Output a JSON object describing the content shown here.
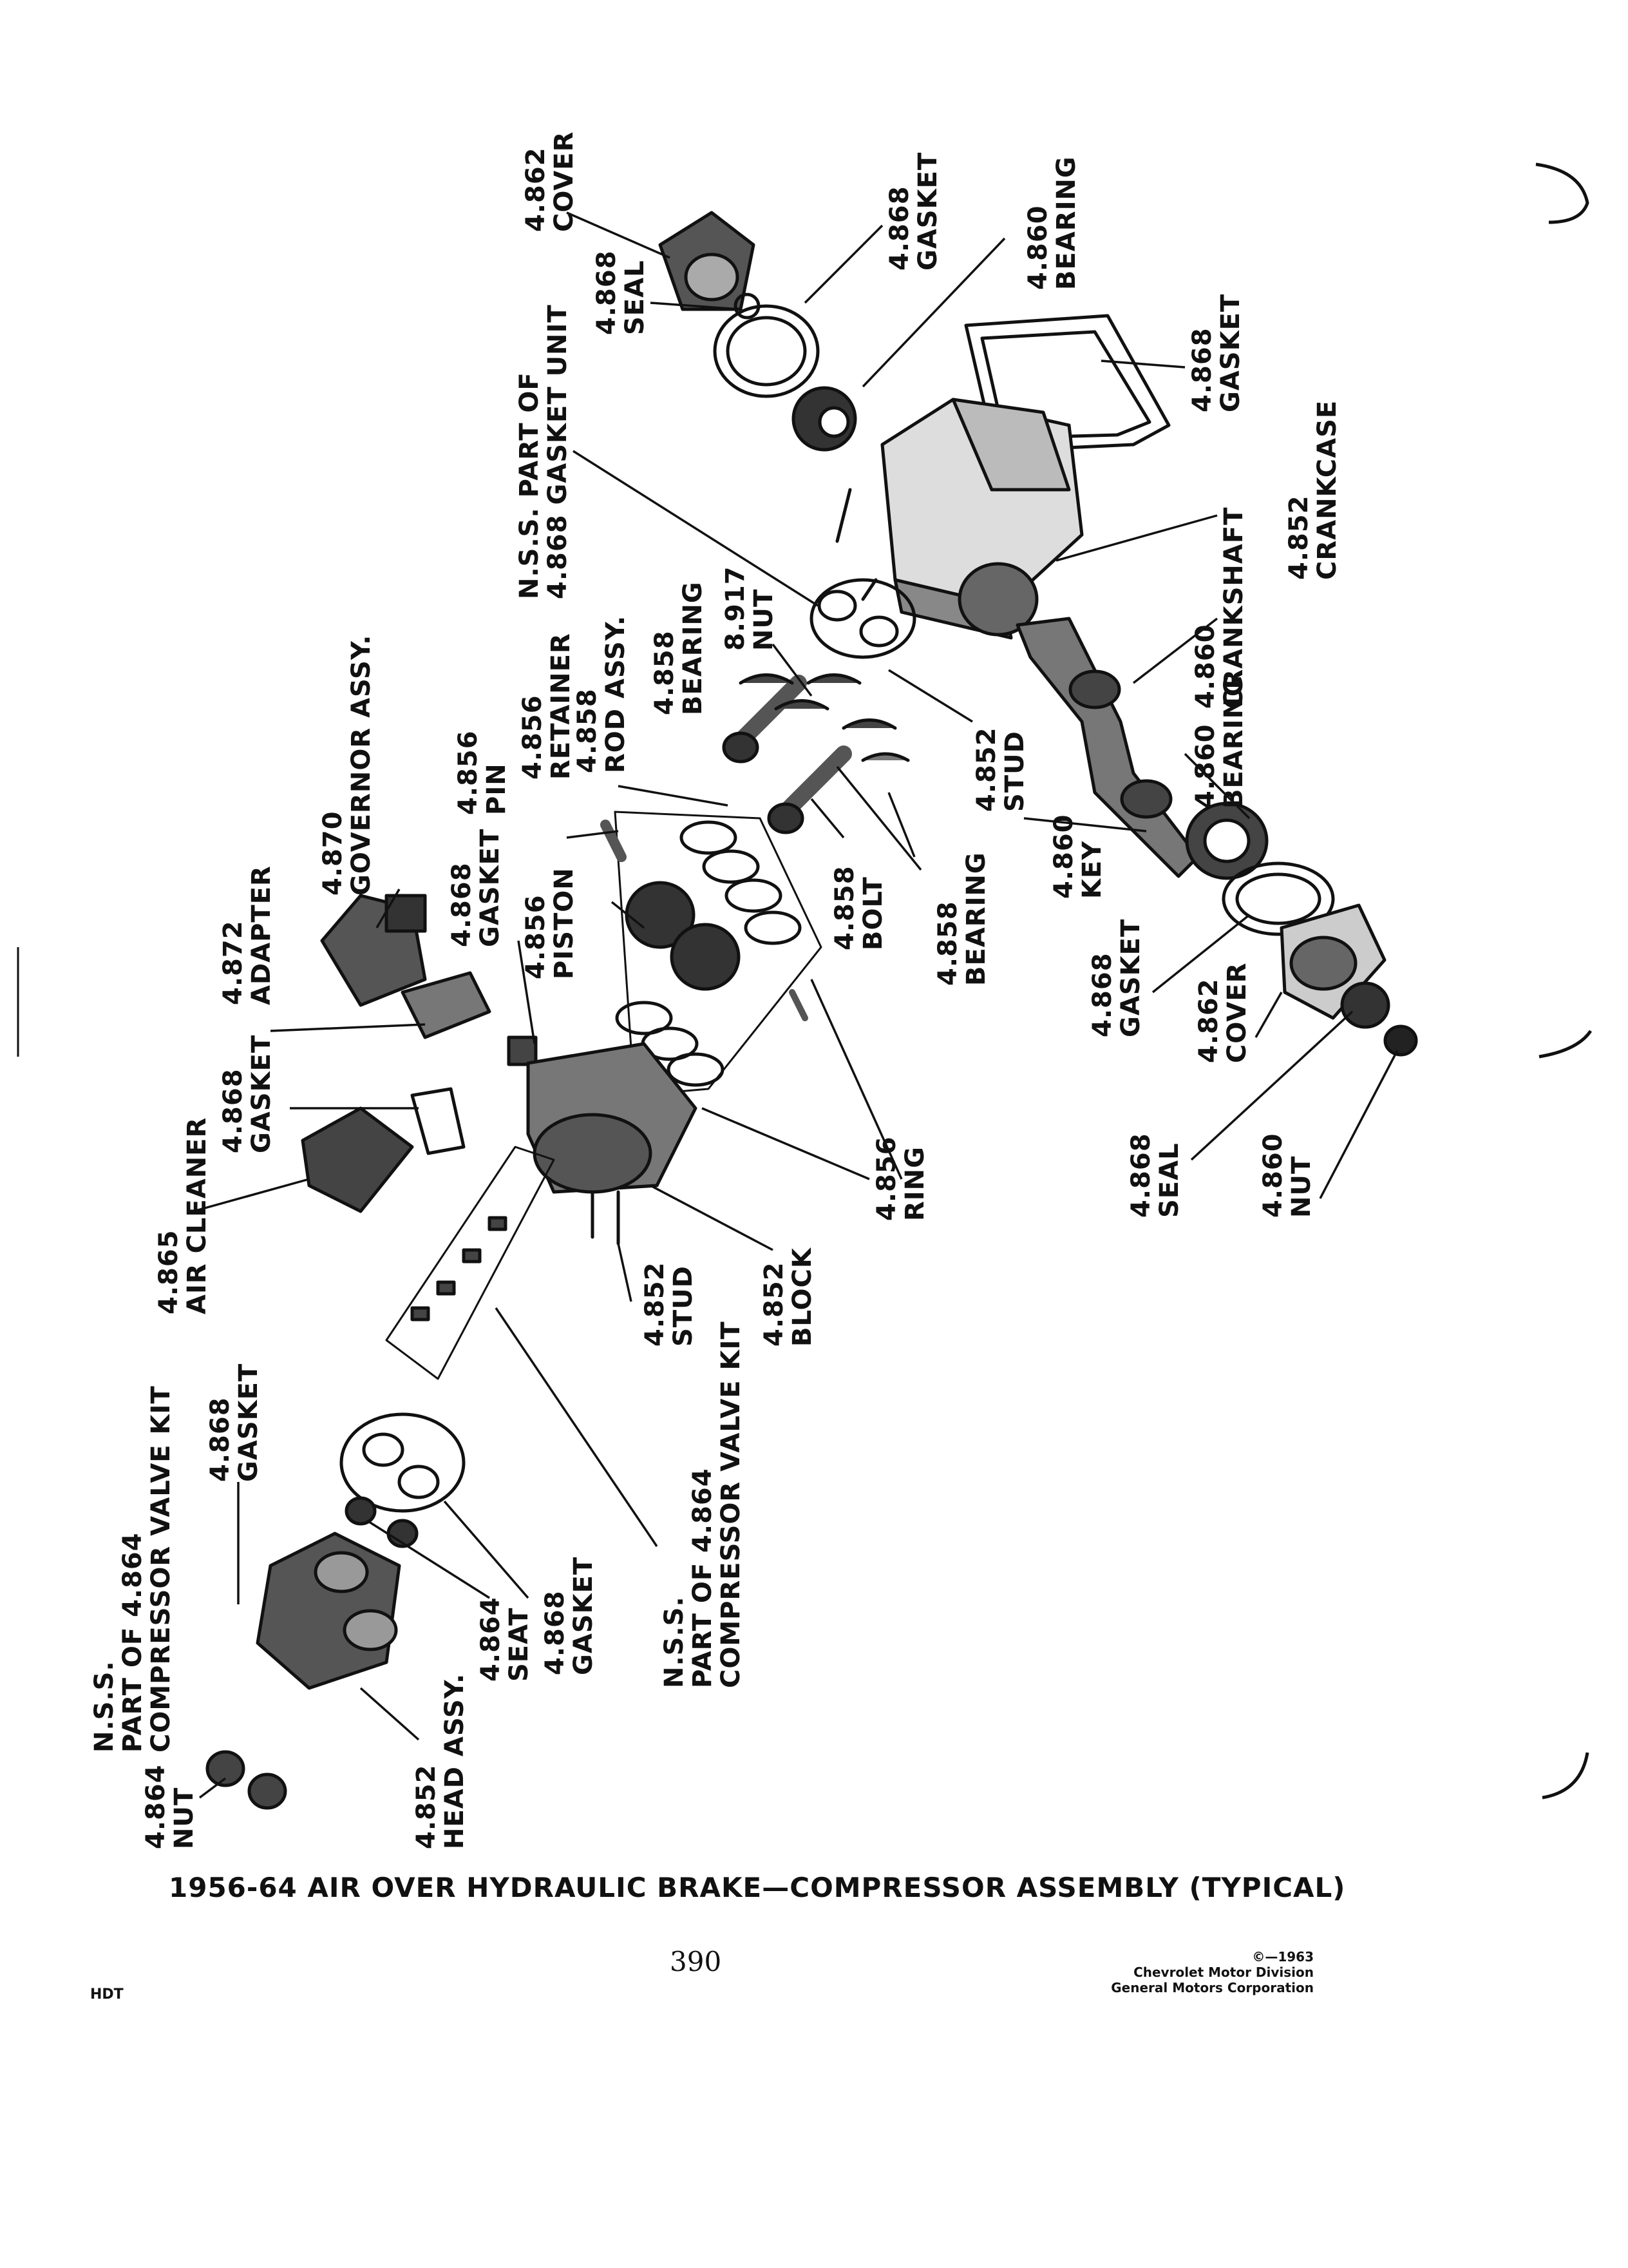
{
  "callouts": [
    {
      "id": "cover-top",
      "lines": [
        "4.862",
        "COVER"
      ]
    },
    {
      "id": "seal-top",
      "lines": [
        "4.868",
        "SEAL"
      ]
    },
    {
      "id": "gasket-top",
      "lines": [
        "4.868",
        "GASKET"
      ]
    },
    {
      "id": "bearing-top",
      "lines": [
        "4.860",
        "BEARING"
      ]
    },
    {
      "id": "gasket-crankcase",
      "lines": [
        "4.868",
        "GASKET"
      ]
    },
    {
      "id": "nss-gasket-unit",
      "lines": [
        "N.S.S. PART OF",
        "4.868 GASKET UNIT"
      ]
    },
    {
      "id": "crankcase",
      "lines": [
        "4.852",
        "CRANKCASE"
      ]
    },
    {
      "id": "crankshaft",
      "lines": [
        "4.860",
        "CRANKSHAFT"
      ]
    },
    {
      "id": "nut-rod",
      "lines": [
        "8.917",
        "NUT"
      ]
    },
    {
      "id": "bearing-rod",
      "lines": [
        "4.858",
        "BEARING"
      ]
    },
    {
      "id": "rod-assy",
      "lines": [
        "4.858",
        "ROD ASSY."
      ]
    },
    {
      "id": "retainer",
      "lines": [
        "4.856",
        "RETAINER"
      ]
    },
    {
      "id": "pin",
      "lines": [
        "4.856",
        "PIN"
      ]
    },
    {
      "id": "governor",
      "lines": [
        "4.870",
        "GOVERNOR ASSY."
      ]
    },
    {
      "id": "stud-crankcase",
      "lines": [
        "4.852",
        "STUD"
      ]
    },
    {
      "id": "bearing-main",
      "lines": [
        "4.860",
        "BEARING"
      ]
    },
    {
      "id": "key",
      "lines": [
        "4.860",
        "KEY"
      ]
    },
    {
      "id": "bolt",
      "lines": [
        "4.858",
        "BOLT"
      ]
    },
    {
      "id": "bearing-lower",
      "lines": [
        "4.858",
        "BEARING"
      ]
    },
    {
      "id": "gasket-gov",
      "lines": [
        "4.868",
        "GASKET"
      ]
    },
    {
      "id": "piston",
      "lines": [
        "4.856",
        "PISTON"
      ]
    },
    {
      "id": "adapter",
      "lines": [
        "4.872",
        "ADAPTER"
      ]
    },
    {
      "id": "gasket-cover",
      "lines": [
        "4.868",
        "GASKET"
      ]
    },
    {
      "id": "cover-rear",
      "lines": [
        "4.862",
        "COVER"
      ]
    },
    {
      "id": "gasket-air",
      "lines": [
        "4.868",
        "GASKET"
      ]
    },
    {
      "id": "ring",
      "lines": [
        "4.856",
        "RING"
      ]
    },
    {
      "id": "seal-rear",
      "lines": [
        "4.868",
        "SEAL"
      ]
    },
    {
      "id": "nut-rear",
      "lines": [
        "4.860",
        "NUT"
      ]
    },
    {
      "id": "air-cleaner",
      "lines": [
        "4.865",
        "AIR CLEANER"
      ]
    },
    {
      "id": "stud-block",
      "lines": [
        "4.852",
        "STUD"
      ]
    },
    {
      "id": "block",
      "lines": [
        "4.852",
        "BLOCK"
      ]
    },
    {
      "id": "nss-valve-kit-mid",
      "lines": [
        "N.S.S.",
        "PART OF 4.864",
        "COMPRESSOR VALVE KIT"
      ]
    },
    {
      "id": "gasket-head-top",
      "lines": [
        "4.868",
        "GASKET"
      ]
    },
    {
      "id": "nss-valve-kit-left",
      "lines": [
        "N.S.S.",
        "PART OF 4.864",
        "COMPRESSOR VALVE KIT"
      ]
    },
    {
      "id": "seat",
      "lines": [
        "4.864",
        "SEAT"
      ]
    },
    {
      "id": "gasket-head",
      "lines": [
        "4.868",
        "GASKET"
      ]
    },
    {
      "id": "nut-head",
      "lines": [
        "4.864",
        "NUT"
      ]
    },
    {
      "id": "head-assy",
      "lines": [
        "4.852",
        "HEAD ASSY."
      ]
    }
  ],
  "caption": "1956-64 AIR OVER HYDRAULIC BRAKE—COMPRESSOR ASSEMBLY (TYPICAL)",
  "page_number": "390",
  "left_code": "HDT",
  "copyright": [
    "©—1963",
    "Chevrolet Motor Division",
    "General Motors Corporation"
  ]
}
